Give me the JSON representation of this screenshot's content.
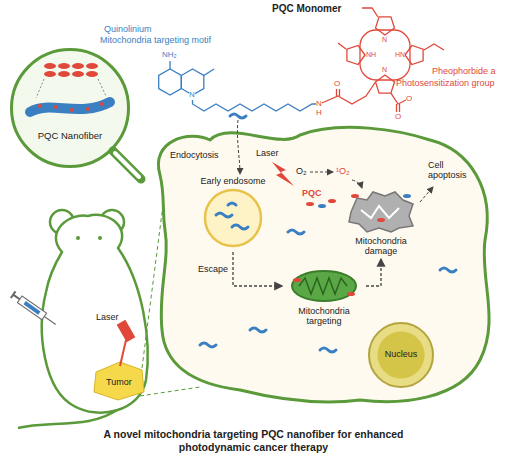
{
  "diagram": {
    "caption": "A novel mitochondria targeting PQC nanofiber for enhanced photodynamic cancer therapy",
    "nodes": [
      {
        "text": [
          "PQC Nanofiber"
        ]
      },
      {
        "text": [
          "Early endosome"
        ]
      },
      {
        "text": [
          "Mitochondria targeting"
        ]
      },
      {
        "text": [
          "Mitochondria damage"
        ]
      },
      {
        "text": [
          "Nucleus"
        ]
      }
    ],
    "edges": [
      {
        "from": 1,
        "to": 2,
        "label": "Escape",
        "arrow": "to"
      },
      {
        "from": 2,
        "to": 3,
        "arrow": "to"
      }
    ],
    "labels": [
      "PQC Monomer",
      "Quinolinium",
      "Mitochondria targeting motif",
      "NH₂",
      "N",
      "N",
      "H",
      "O",
      "Pheophorbide a",
      "Photosensitization group",
      "NH",
      "N",
      "HN",
      "N",
      "O",
      "O",
      "Endocytosis",
      "Laser",
      "O₂",
      "¹O₂",
      "PQC",
      "Cell apoptosis",
      "Laser",
      "Tumor"
    ]
  }
}
